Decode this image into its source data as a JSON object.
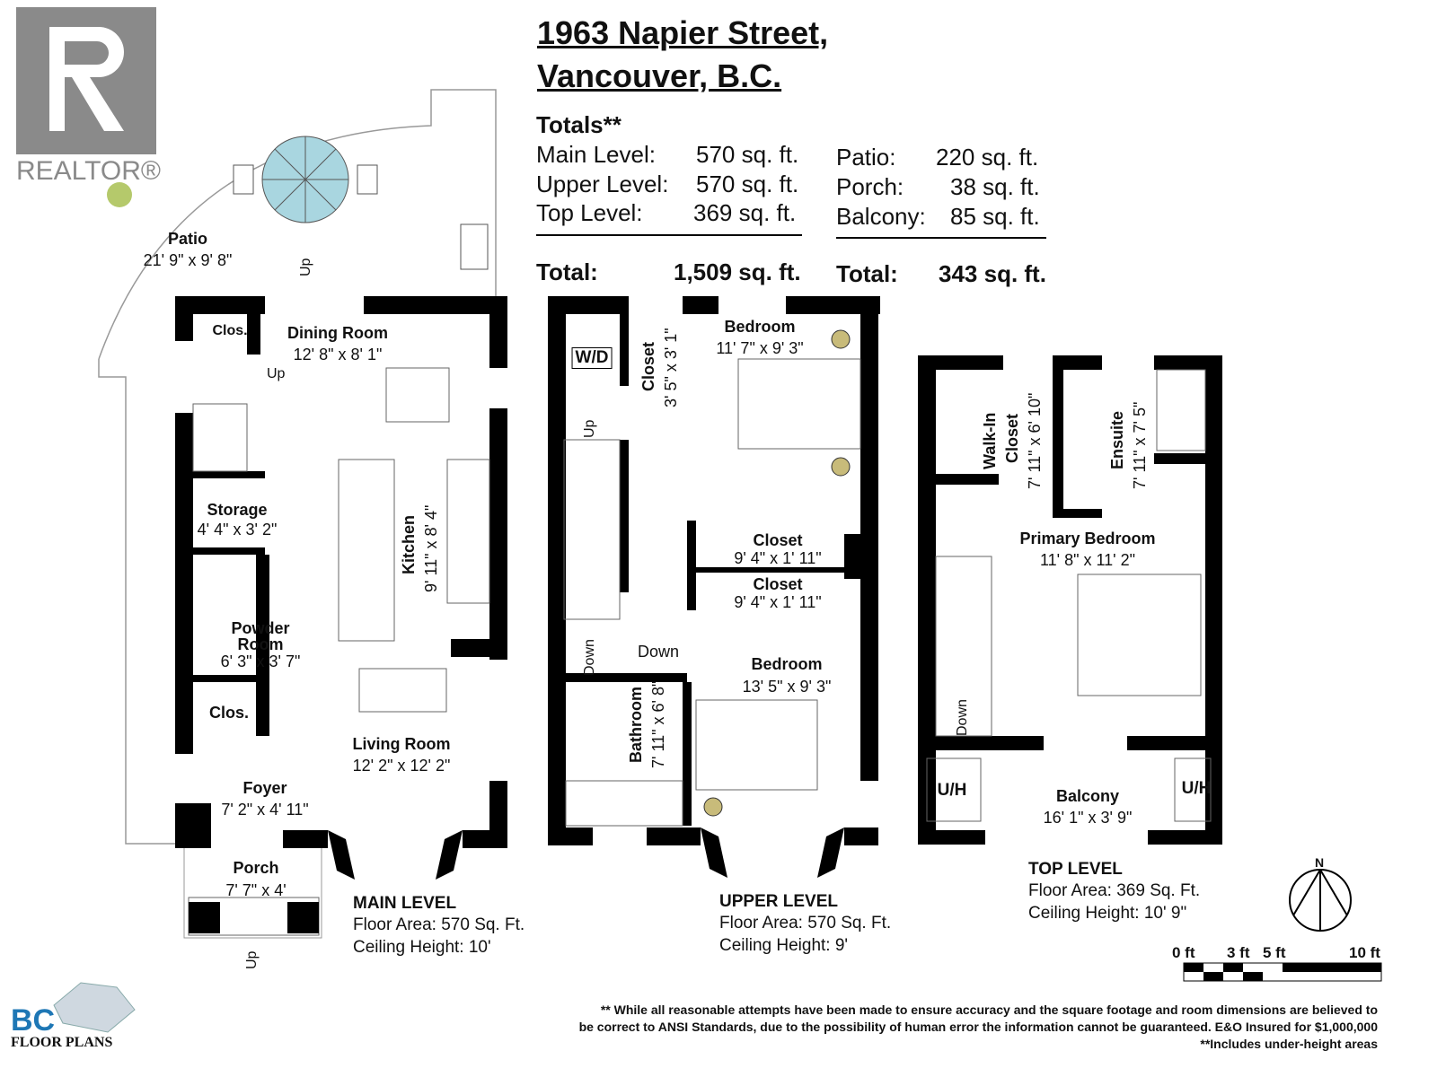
{
  "realtor_logo": {
    "letter": "R",
    "text": "REALTOR®"
  },
  "brand_logo": {
    "text": "BC",
    "sub": "FLOOR PLANS"
  },
  "header": {
    "line1": "1963 Napier Street,",
    "line2": "Vancouver, B.C."
  },
  "totals": {
    "heading": "Totals**",
    "interior": [
      {
        "label": "Main Level:",
        "value": "570 sq. ft."
      },
      {
        "label": "Upper Level:",
        "value": "570 sq. ft."
      },
      {
        "label": "Top Level:",
        "value": "369 sq. ft."
      }
    ],
    "interior_total": {
      "label": "Total:",
      "value": "1,509 sq. ft."
    },
    "exterior": [
      {
        "label": "Patio:",
        "value": "220 sq. ft."
      },
      {
        "label": "Porch:",
        "value": "38 sq. ft."
      },
      {
        "label": "Balcony:",
        "value": "85 sq. ft."
      }
    ],
    "exterior_total": {
      "label": "Total:",
      "value": "343 sq. ft."
    }
  },
  "rooms": {
    "patio": {
      "name": "Patio",
      "dim": "21' 9\" x 9' 8\""
    },
    "clos1": {
      "name": "Clos."
    },
    "dining": {
      "name": "Dining Room",
      "dim": "12' 8\" x 8' 1\""
    },
    "storage": {
      "name": "Storage",
      "dim": "4' 4\" x 3' 2\""
    },
    "kitchen": {
      "name": "Kitchen",
      "dim": "9' 11\" x 8' 4\""
    },
    "powder": {
      "name": "Powder",
      "name2": "Room",
      "dim": "6' 3\" x 3' 7\""
    },
    "clos2": {
      "name": "Clos."
    },
    "living": {
      "name": "Living Room",
      "dim": "12' 2\" x 12' 2\""
    },
    "foyer": {
      "name": "Foyer",
      "dim": "7' 2\" x 4' 11\""
    },
    "porch": {
      "name": "Porch",
      "dim": "7' 7\" x 4'"
    },
    "wd": {
      "name": "W/D"
    },
    "closet_up": {
      "name": "Closet",
      "dim": "3' 5\" x 3' 1\""
    },
    "bed1": {
      "name": "Bedroom",
      "dim": "11' 7\" x 9' 3\""
    },
    "closet_a": {
      "name": "Closet",
      "dim": "9' 4\" x 1' 11\""
    },
    "closet_b": {
      "name": "Closet",
      "dim": "9' 4\" x 1' 11\""
    },
    "bath": {
      "name": "Bathroom",
      "dim": "7' 11\" x 6' 8\""
    },
    "bed2": {
      "name": "Bedroom",
      "dim": "13' 5\" x 9' 3\""
    },
    "walkin": {
      "name": "Walk-In",
      "name2": "Closet",
      "dim": "7' 11\" x 6' 10\""
    },
    "ensuite": {
      "name": "Ensuite",
      "dim": "7' 11\" x 7' 5\""
    },
    "primary": {
      "name": "Primary Bedroom",
      "dim": "11' 8\" x 11' 2\""
    },
    "balcony": {
      "name": "Balcony",
      "dim": "16' 1\" x 3' 9\""
    },
    "uh": "U/H"
  },
  "stairs": {
    "up": "Up",
    "down": "Down"
  },
  "levels": [
    {
      "name": "MAIN LEVEL",
      "area": "Floor Area: 570 Sq. Ft.",
      "ceiling": "Ceiling Height: 10'"
    },
    {
      "name": "UPPER LEVEL",
      "area": "Floor Area: 570 Sq. Ft.",
      "ceiling": "Ceiling Height: 9'"
    },
    {
      "name": "TOP LEVEL",
      "area": "Floor Area: 369 Sq. Ft.",
      "ceiling": "Ceiling Height: 10' 9\""
    }
  ],
  "compass": {
    "label": "N"
  },
  "scale": {
    "ticks": [
      "0 ft",
      "3 ft",
      "5 ft",
      "10 ft"
    ]
  },
  "disclaimer": {
    "line1": "** While all reasonable attempts have been made to ensure accuracy and the square footage and room dimensions are believed to",
    "line2": "be correct to ANSI Standards, due to the possibility of human error the information cannot be guaranteed. E&O Insured for $1,000,000",
    "line3": "**Includes under-height areas"
  }
}
